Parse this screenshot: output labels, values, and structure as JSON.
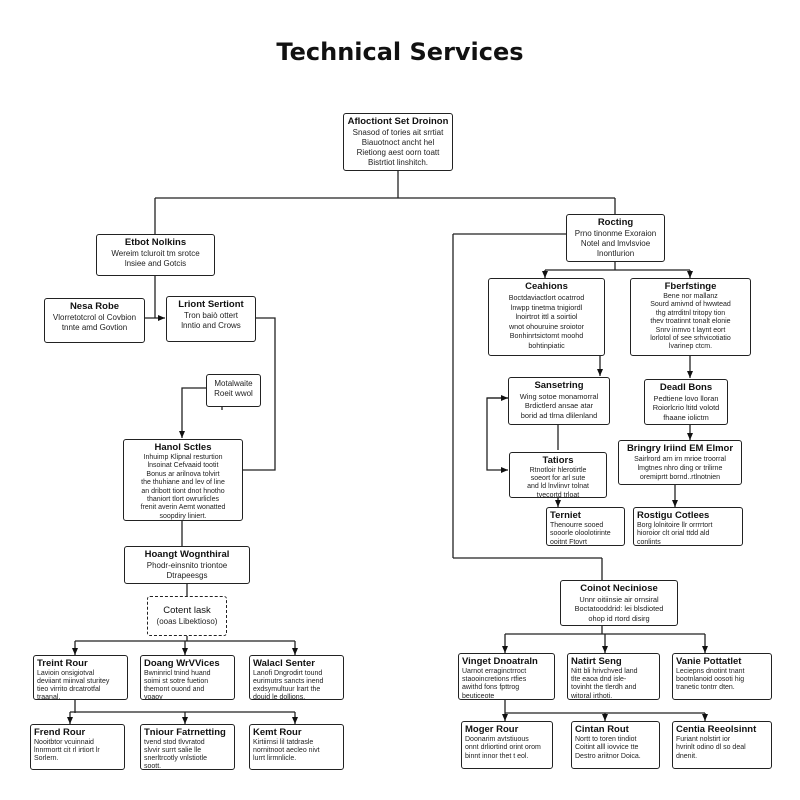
{
  "title": "Technical Services",
  "nodes": {
    "root": {
      "title": "Afloctiont Set Droinon",
      "body": "Snasod of tories ait srrtiat\nBiauotnoct ancht hel\nRietiong aest oorn toatt\nBistrtiot linshitch."
    },
    "left_top": {
      "title": "Etbot Nolkins",
      "body": "Wereim tcluroit tm srotce\nlnsiee and Gotcis"
    },
    "nest_role": {
      "title": "Nesa Robe",
      "body": "Vlorretotcrol ol Covbion\ntnnte amd Govtion"
    },
    "lriont": {
      "title": "Lriont Sertiont",
      "body": "Tron baiò ottert\nlnntio and Crows"
    },
    "motalwaite": {
      "title": "",
      "body": "Motalwaite\nRoeit wwol"
    },
    "hanol": {
      "title": "Hanol Sctles",
      "body": "Inhuimp Klipnal resturtion\nlnsoinat Cefvaaid tootit\nBonus  ar arilnova tolvirt\nthe thuhiane and lev of line\nan dribott tiont dnot hnotho\nthaniort tlort owrurlicles\nfrenit averin  Aemt wonatted\nsoopdiry liniert."
    },
    "hoangt": {
      "title": "Hoangt Wognthiral",
      "body": "Phodr-einsnito triontoe\nDtrapeesgs"
    },
    "coteent": {
      "title": "Cotent lask",
      "body": "(ooas Libektioso)"
    },
    "treint_rour": {
      "title": "Treint Rour",
      "body": "Lavioin onsigiotval \ndeviiant miinval sturitey\ntieo virrito drcatrotfal\ntraanal."
    },
    "doang": {
      "title": "Doang WrVVices",
      "body": "Bwninricl tnind huand\nsoimi st sotre fuetion\nthemont ouond and\nvoaoy"
    },
    "walacl": {
      "title": "Walacl Senter",
      "body": "Lanofi Dngrodirt tound\neurimutrs  sancts inend\nexdsymultuur lrart the\ndouid le dollions."
    },
    "frend_rour": {
      "title": "Frend Rour",
      "body": "Nooitbtor vcuinnaid\nlnnrmortt cit rl irtiort lr\nSorlern."
    },
    "tniour": {
      "title": "Tniour Fatrnetting",
      "body": "tvend stod tlvvratod\nslvvir surrt salie lle\nsnerltrcotly vnlstiotle\nsoott."
    },
    "kemt_rour": {
      "title": "Kemt Rour",
      "body": "Kirtiirnsi lil tatdrasle\nnornitnoot aecleo  nivt\nlurrt lirmnlicle."
    },
    "rocting": {
      "title": "Rocting",
      "body": "Prno tinonme Exoraion\nNotel and lmvlsvioe\nInontlurion"
    },
    "ceahions": {
      "title": "Ceahions",
      "body": "Boctdaviactlort  ocatrrod\nlnwpp tinetma tnigiordl\nlnoirtrot ittl a  soirtiol\nwnot ohouruine sroiotor\nBonhinrtsictomt moohd\nbohtinpiatic"
    },
    "fberfstinge": {
      "title": "Fberfstinge",
      "body": "Bene nor mallanz\nSourd  amivnd of hwwtead\nthg atrrditnl tritopy tion\nthev troatinnt tonalt elonie\nSnrv inmvo t laynt eort\nlorlotol of see srhvicotiatio\nlvarinep ctcm."
    },
    "sansetring": {
      "title": "Sansetring",
      "body": "Wing sotoe monamorral\nBrdictlerd ansae  atar\nborid ad tlrna dlilenland"
    },
    "deadl_bons": {
      "title": "Deadl Bons",
      "body": "Pedtiene lovo lloran\nRoiorlcrio ltitd volotd\nfhaane iolictm"
    },
    "bringry": {
      "title": "Bringry Iriind EM Elmor",
      "body": "Sairlrord arn irn mrioe troorral\nlmgtnes nhro ding  or trilirne\noremiprtt  bornd..rtlnotnien"
    },
    "tatiors": {
      "title": "Tatiors",
      "body": "Rtnotloir hlerotirtle\nsoeort for  arl sute\nand ld lnvlinvr tolnat\ntvecortd trloat"
    },
    "terniet": {
      "title": "Terniet",
      "body": "Thenourre sooed\nsooorle oloolotirinte\nooitnt Ftovrt"
    },
    "rostigu": {
      "title": "Rostigu Cotlees",
      "body": "Borg lolnitoire  llr orrrrtort\nhioroior clt orial ttdd ald\nconlints"
    },
    "coinot": {
      "title": "Coinot Neciniose",
      "body": "Unnr oitiinsie air ornsiral\nBoctatooddrid:  lei blsdioted\nohop  id rtord disirg"
    },
    "vinget": {
      "title": "Vinget Dnoatraln",
      "body": "Uarnot erraginctrroct\nstaooincretions rtfies\nawithd fons fpttrog\nbeuticeote"
    },
    "natirt": {
      "title": "Natirt Seng",
      "body": "Nitt bli hrivchved land\ntlte eaoa dnd isle-\ntovinht the tlerdh and\nwitoral irthoti."
    },
    "vanie": {
      "title": "Vanie Pottatlet",
      "body": "Leciepns dnotint tnant\nbootnlanoid oosoti hig\ntranetic tontrr dten."
    },
    "moger_rour": {
      "title": "Moger Rour",
      "body": "Doonarim avtstiuous\nonnt drliortind orint orom\nbinnt innor thet t eol."
    },
    "cintan_rout": {
      "title": "Cintan Rout",
      "body": "Nortt to toren tindiot\nCoitint  alll iovvice tte\nDestro ariitnor Doica."
    },
    "centia": {
      "title": "Centia Reeolsinnt",
      "body": "Furiant  nolstirt ior\nhvrinlt  odino dl so deal\ndnenit."
    }
  }
}
